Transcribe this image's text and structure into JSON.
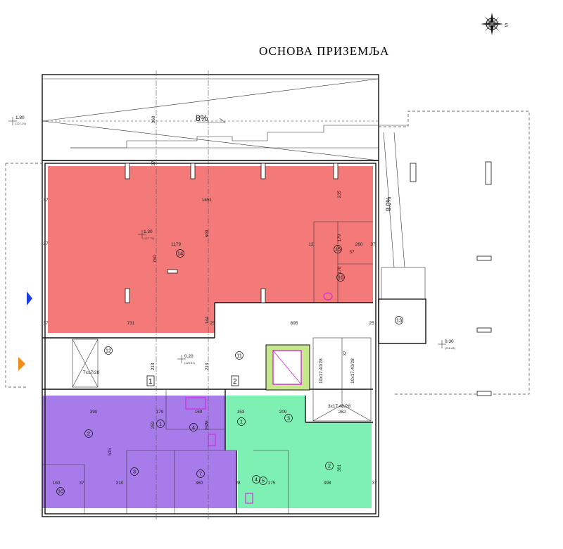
{
  "title": "ОСНОВА ПРИЗЕМЉА",
  "compass_label": "S",
  "slopes": {
    "ramp": "8%",
    "side_ramp": "8.0%"
  },
  "levels": {
    "left": {
      "value": "1.80",
      "abs": "(227.29)"
    },
    "red": {
      "value": "1.30",
      "abs": "(227.75)"
    },
    "entry": {
      "value": "0.20",
      "abs": "(225.87)"
    },
    "right": {
      "value": "0.30",
      "abs": "(226.28)"
    }
  },
  "grid_labels": {
    "one": "1",
    "two": "2"
  },
  "stairs": {
    "left": "7x17/28",
    "mid": "10x17.40/28",
    "right": "10x17.40/28",
    "bottom": "3x17.40/28"
  },
  "rooms": {
    "r14": "14",
    "r15": "15",
    "r16": "16",
    "r13": "13",
    "r11": "11",
    "r12": "12",
    "p2a": "2",
    "p3a": "3",
    "p1a": "1",
    "p4a": "4",
    "p7a": "7",
    "p10": "10",
    "g1": "1",
    "g3": "3",
    "g2": "2",
    "g4": "4",
    "g5": "5"
  },
  "dims": {
    "d360": "360",
    "d37a": "37",
    "d235": "235",
    "d1451": "1451",
    "d37b": "37",
    "d37c": "37",
    "d1179": "1179",
    "d609": "609",
    "d750": "750",
    "d37d": "37",
    "d179": "179",
    "d260": "260",
    "d12": "12",
    "d37e": "37",
    "d170": "170",
    "d731": "731",
    "d144": "144",
    "d25a": "25",
    "d695": "695",
    "d25b": "25",
    "d37f": "37",
    "d213a": "213",
    "d213b": "213",
    "d37g": "37",
    "d390": "390",
    "d179b": "179",
    "d160b": "160",
    "d252a": "252",
    "d252b": "252",
    "d153": "153",
    "d209": "209",
    "d262": "262",
    "d515": "515",
    "d160": "160",
    "d37h": "37",
    "d310": "310",
    "d360b": "360",
    "d28a": "28",
    "d175": "175",
    "d398": "398",
    "d361": "361",
    "d37i": "37",
    "d28b": "28"
  },
  "colors": {
    "red_zone": "#f47a7a",
    "purple_zone": "#a77bea",
    "green_zone": "#7ff0b4",
    "magenta_fixture": "#d22be0",
    "entrance_blue": "#1a3ee0",
    "entrance_orange": "#f08a18",
    "elevator_fill": "#c7e88a"
  }
}
